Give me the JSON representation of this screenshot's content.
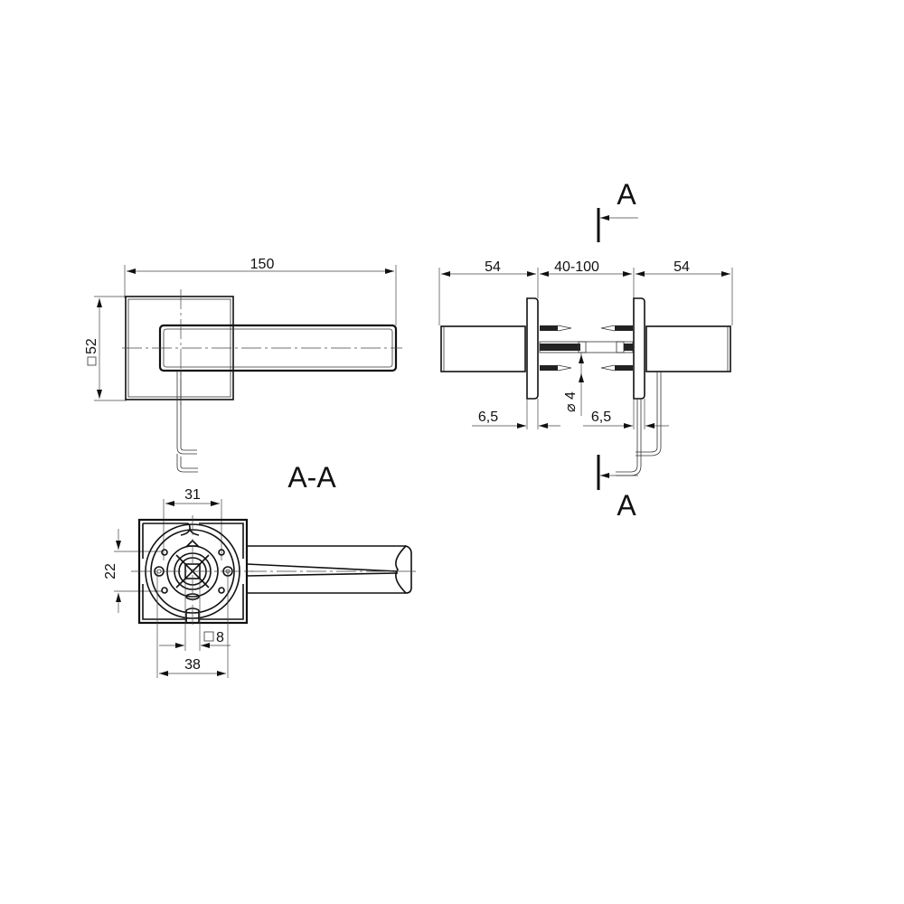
{
  "drawing": {
    "type": "technical drawing",
    "subject": "door lever handle on square rose",
    "views": [
      "front view",
      "side view",
      "section A-A"
    ]
  },
  "front_view": {
    "dim_length": "150",
    "dim_rose_square": "52",
    "rose_square_symbol": "□"
  },
  "side_view": {
    "dim_left_handle": "54",
    "dim_door_thickness": "40-100",
    "dim_right_handle": "54",
    "dim_rose_left": "6,5",
    "dim_rose_right": "6,5",
    "dim_pin_diameter": "4",
    "diameter_symbol": "⌀",
    "section_mark_top": "A",
    "section_mark_bottom": "A"
  },
  "section_view": {
    "title": "A-A",
    "dim_screw_spacing": "31",
    "dim_vertical": "22",
    "dim_spindle": "8",
    "spindle_symbol": "□",
    "dim_outer": "38"
  }
}
